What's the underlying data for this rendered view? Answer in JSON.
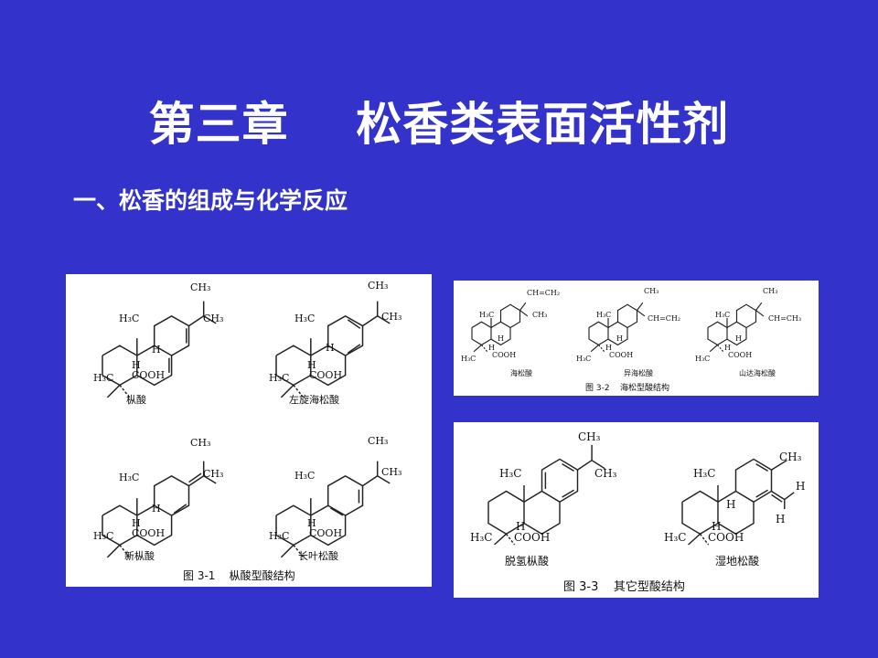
{
  "slide": {
    "title": "第三章    松香类表面活性剂",
    "subtitle": "一、松香的组成与化学反应",
    "background_color": "#3333CC",
    "text_color": "#FFFFFF"
  },
  "figures": [
    {
      "id": "fig-3-1",
      "caption": "图 3-1    枞酸型酸结构",
      "compounds": [
        {
          "name": "枞酸",
          "labels": [
            "CH3",
            "CH3",
            "H3C",
            "H",
            "H",
            "H3C",
            "COOH"
          ]
        },
        {
          "name": "左旋海松酸",
          "labels": [
            "CH3",
            "CH3",
            "H3C",
            "H",
            "H",
            "H3C",
            "COOH"
          ]
        },
        {
          "name": "新枞酸",
          "labels": [
            "CH3",
            "CH3",
            "H3C",
            "H",
            "H",
            "H3C",
            "COOH"
          ]
        },
        {
          "name": "长叶松酸",
          "labels": [
            "CH3",
            "CH3",
            "H3C",
            "H",
            "H3C",
            "COOH"
          ]
        }
      ]
    },
    {
      "id": "fig-3-2",
      "caption": "图 3-2    海松型酸结构",
      "compounds": [
        {
          "name": "海松酸",
          "labels": [
            "CH=CH2",
            "CH3",
            "H3C",
            "H",
            "H",
            "H3C",
            "COOH"
          ]
        },
        {
          "name": "异海松酸",
          "labels": [
            "CH3",
            "CH=CH2",
            "H3C",
            "H",
            "H",
            "H3C",
            "COOH"
          ]
        },
        {
          "name": "山达海松酸",
          "labels": [
            "CH3",
            "CH=CH2",
            "H3C",
            "H",
            "H",
            "H3C",
            "COOH"
          ]
        }
      ]
    },
    {
      "id": "fig-3-3",
      "caption": "图 3-3    其它型酸结构",
      "compounds": [
        {
          "name": "脱氢枞酸",
          "labels": [
            "CH3",
            "CH3",
            "H3C",
            "H",
            "H3C",
            "COOH"
          ]
        },
        {
          "name": "湿地松酸",
          "labels": [
            "CH3",
            "H",
            "H",
            "H3C",
            "H",
            "H",
            "H3C",
            "COOH"
          ]
        }
      ]
    }
  ]
}
